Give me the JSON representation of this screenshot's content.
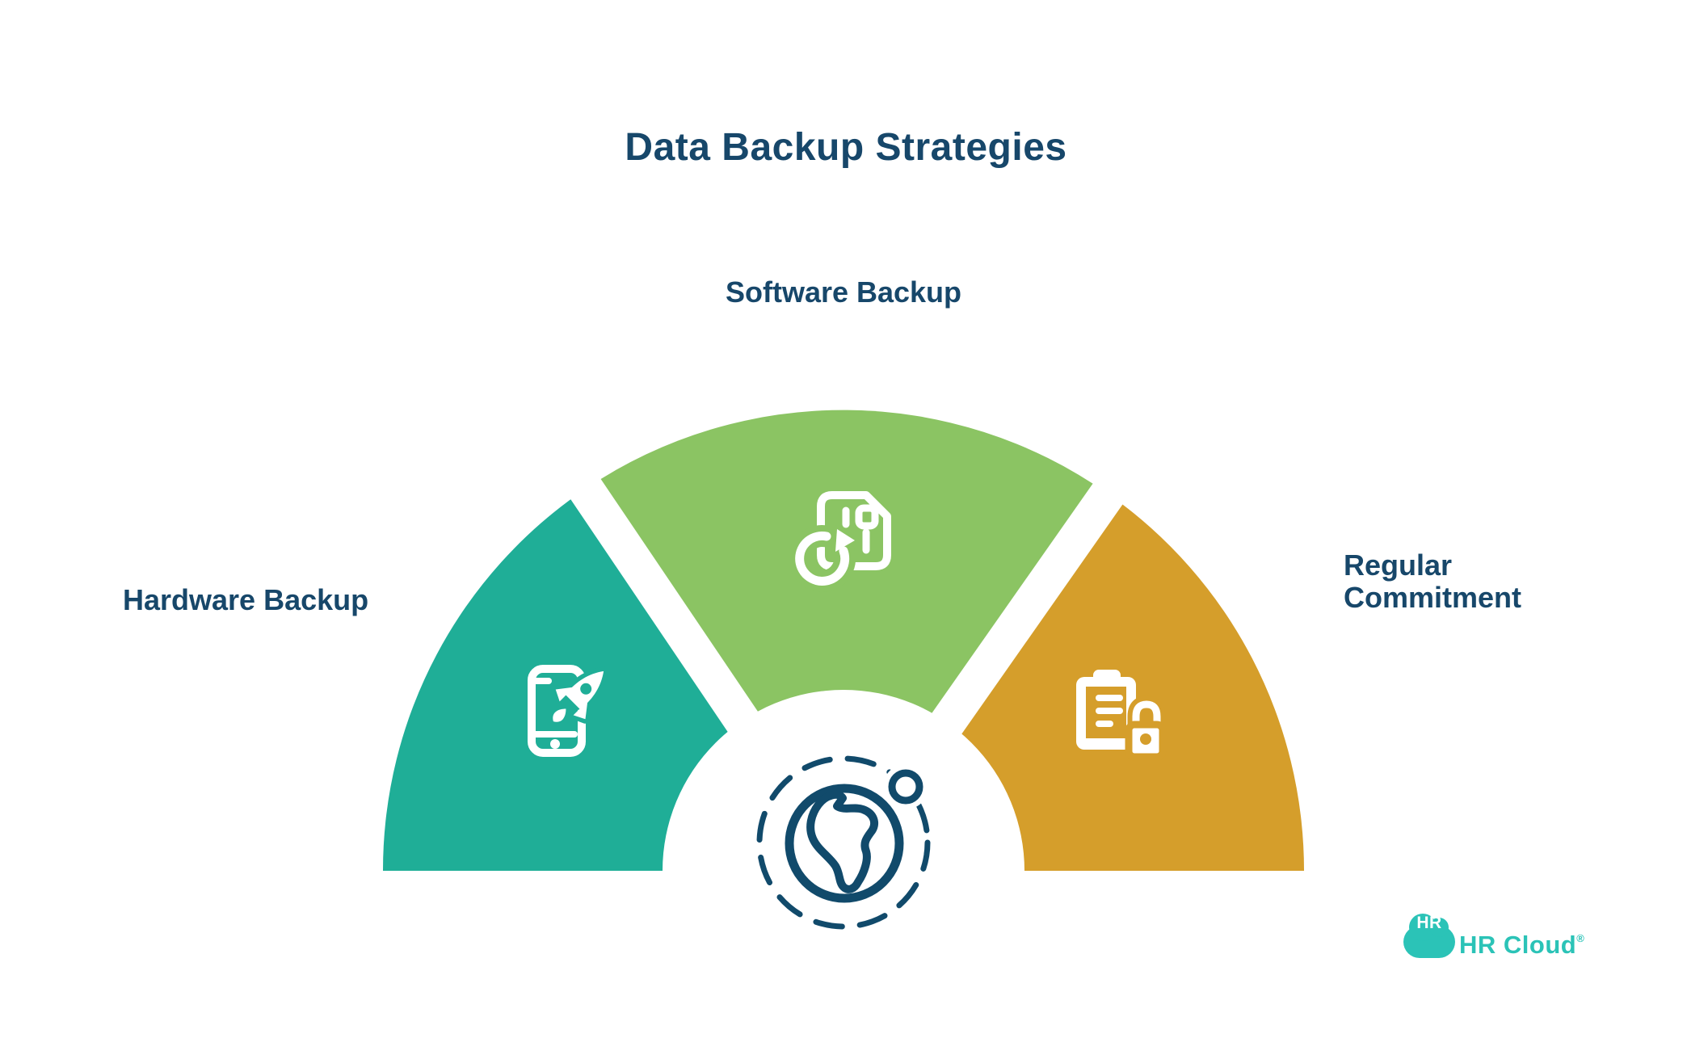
{
  "title": "Data Backup Strategies",
  "colors": {
    "background": "#ffffff",
    "text": "#17476a",
    "gap": "#ffffff"
  },
  "segments": [
    {
      "label": "Hardware Backup",
      "position": "left",
      "color": "#1fae97",
      "icon": "phone-rocket-icon"
    },
    {
      "label": "Software Backup",
      "position": "top",
      "color": "#8bc463",
      "icon": "sim-restore-icon"
    },
    {
      "label": "Regular Commitment",
      "position": "right",
      "color": "#d59e2b",
      "icon": "clipboard-lock-icon"
    }
  ],
  "center_icon": {
    "name": "globe-orbit-icon",
    "color": "#114a6b"
  },
  "logo": {
    "badge": "HR",
    "name": "HR Cloud",
    "registered": "®",
    "color": "#2bc3b7"
  }
}
